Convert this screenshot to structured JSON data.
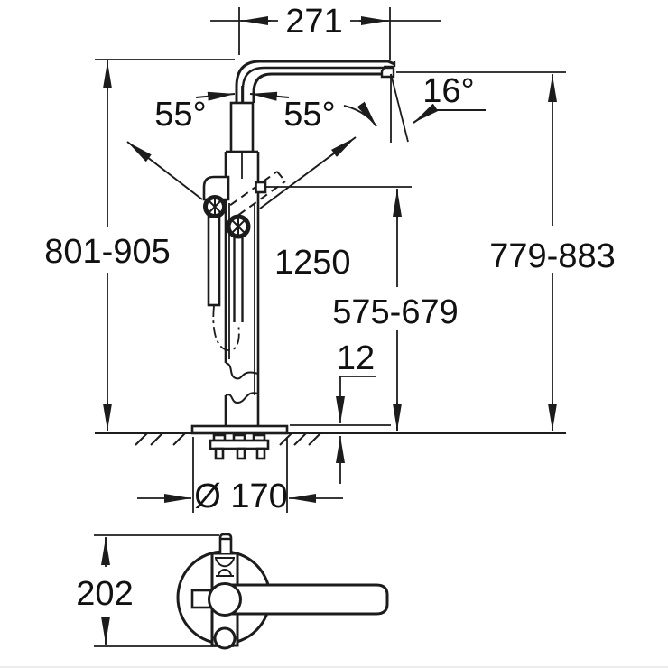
{
  "drawing": {
    "type": "technical_dimension_drawing",
    "subject": "Floor-mounted bath spout with hand shower - installation dimensions",
    "units": "mm",
    "colors": {
      "line": "#1c1c1c",
      "text": "#111111",
      "background": "#ffffff"
    },
    "front_view": {
      "spout_reach_label": "271",
      "swivel_left_label": "55°",
      "swivel_right_label": "55°",
      "spout_tilt_label": "16°",
      "overall_height_label": "801-905",
      "hose_length_label": "1250",
      "holder_height_label": "575-679",
      "outlet_height_label": "779-883",
      "plate_height_label": "12",
      "base_diameter_label": "Ø 170"
    },
    "top_view": {
      "depth_label": "202"
    }
  }
}
